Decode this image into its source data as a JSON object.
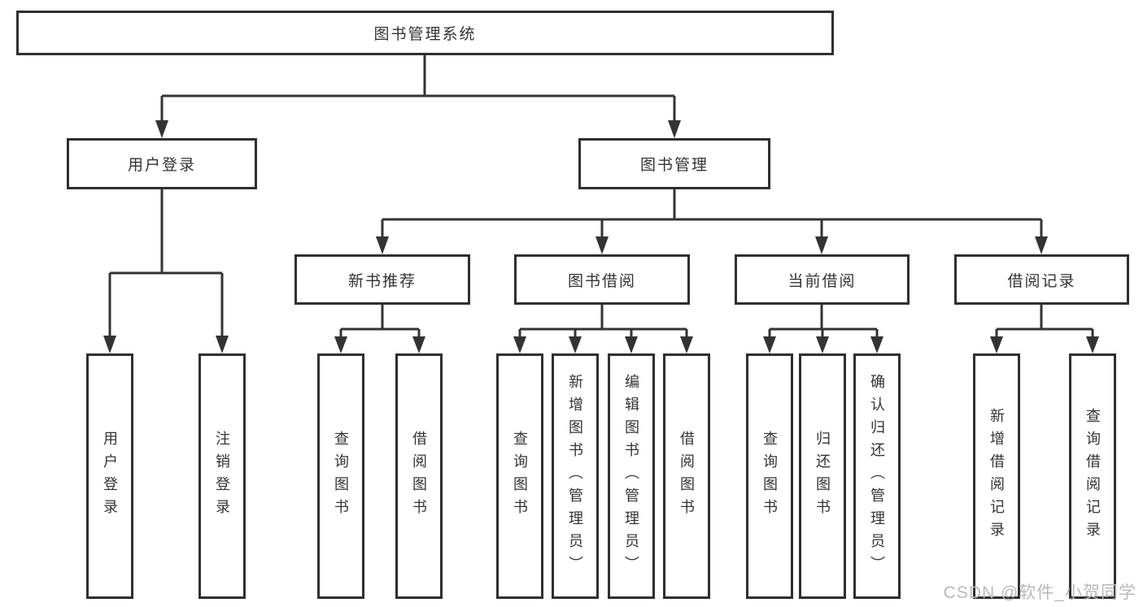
{
  "tree": {
    "label": "图书管理系统",
    "children": [
      {
        "label": "用户登录",
        "children": [
          {
            "label": "用户登录"
          },
          {
            "label": "注销登录"
          }
        ]
      },
      {
        "label": "图书管理",
        "children": [
          {
            "label": "新书推荐",
            "children": [
              {
                "label": "查询图书"
              },
              {
                "label": "借阅图书"
              }
            ]
          },
          {
            "label": "图书借阅",
            "children": [
              {
                "label": "查询图书"
              },
              {
                "label": "新增图书（管理员）"
              },
              {
                "label": "编辑图书（管理员）"
              },
              {
                "label": "借阅图书"
              }
            ]
          },
          {
            "label": "当前借阅",
            "children": [
              {
                "label": "查询图书"
              },
              {
                "label": "归还图书"
              },
              {
                "label": "确认归还（管理员）"
              }
            ]
          },
          {
            "label": "借阅记录",
            "children": [
              {
                "label": "新增借阅记录"
              },
              {
                "label": "查询借阅记录"
              }
            ]
          }
        ]
      }
    ]
  },
  "watermark": "CSDN @软件_小贺同学",
  "colors": {
    "line": "#333333",
    "box_border": "#2f2f2f",
    "text": "#333333",
    "watermark": "#b9b9b9",
    "background": "#ffffff"
  }
}
